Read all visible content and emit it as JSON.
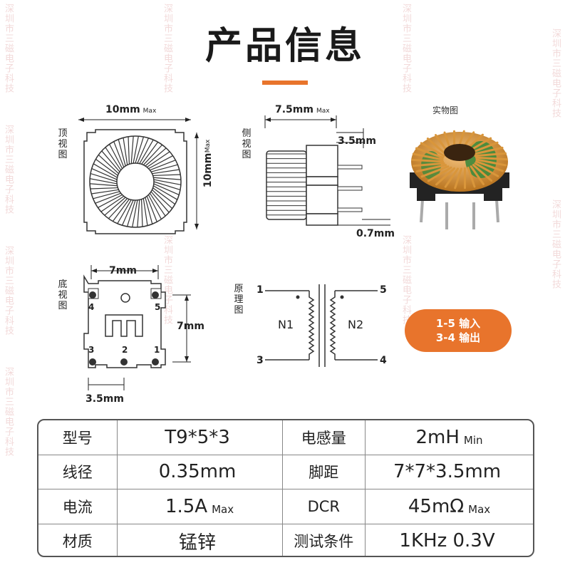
{
  "title": "产品信息",
  "top_view": {
    "label": "顶视图",
    "width_dim": "10mm",
    "width_unit": "Max",
    "height_dim": "10mm",
    "height_unit": "Max"
  },
  "side_view": {
    "label": "侧视图",
    "width_dim": "7.5mm",
    "width_unit": "Max",
    "pin_spacing_dim": "3.5mm",
    "pin_diameter_dim": "0.7mm"
  },
  "photo": {
    "label": "实物图"
  },
  "bottom_view": {
    "label": "底视图",
    "width_dim": "7mm",
    "height_dim": "7mm",
    "pitch_dim": "3.5mm",
    "pins": [
      "4",
      "5",
      "3",
      "2",
      "1"
    ]
  },
  "schematic": {
    "label": "原理图",
    "pins": [
      "1",
      "5",
      "3",
      "4"
    ],
    "coil1": "N1",
    "coil2": "N2"
  },
  "callout": {
    "line1": "1-5 输入",
    "line2": "3-4 输出"
  },
  "watermark": "深圳市三磁电子科技",
  "colors": {
    "accent": "#e8742c",
    "wire": "#c8892a",
    "core_green": "#3d8a3c"
  },
  "specs": [
    {
      "k1": "型号",
      "v1": "T9*5*3",
      "u1": "",
      "k2": "电感量",
      "v2": "2mH",
      "u2": "Min"
    },
    {
      "k1": "线径",
      "v1": "0.35mm",
      "u1": "",
      "k2": "脚距",
      "v2": "7*7*3.5mm",
      "u2": ""
    },
    {
      "k1": "电流",
      "v1": "1.5A",
      "u1": "Max",
      "k2": "DCR",
      "v2": "45mΩ",
      "u2": "Max"
    },
    {
      "k1": "材质",
      "v1": "锰锌",
      "u1": "",
      "k2": "测试条件",
      "v2": "1KHz  0.3V",
      "u2": ""
    }
  ]
}
